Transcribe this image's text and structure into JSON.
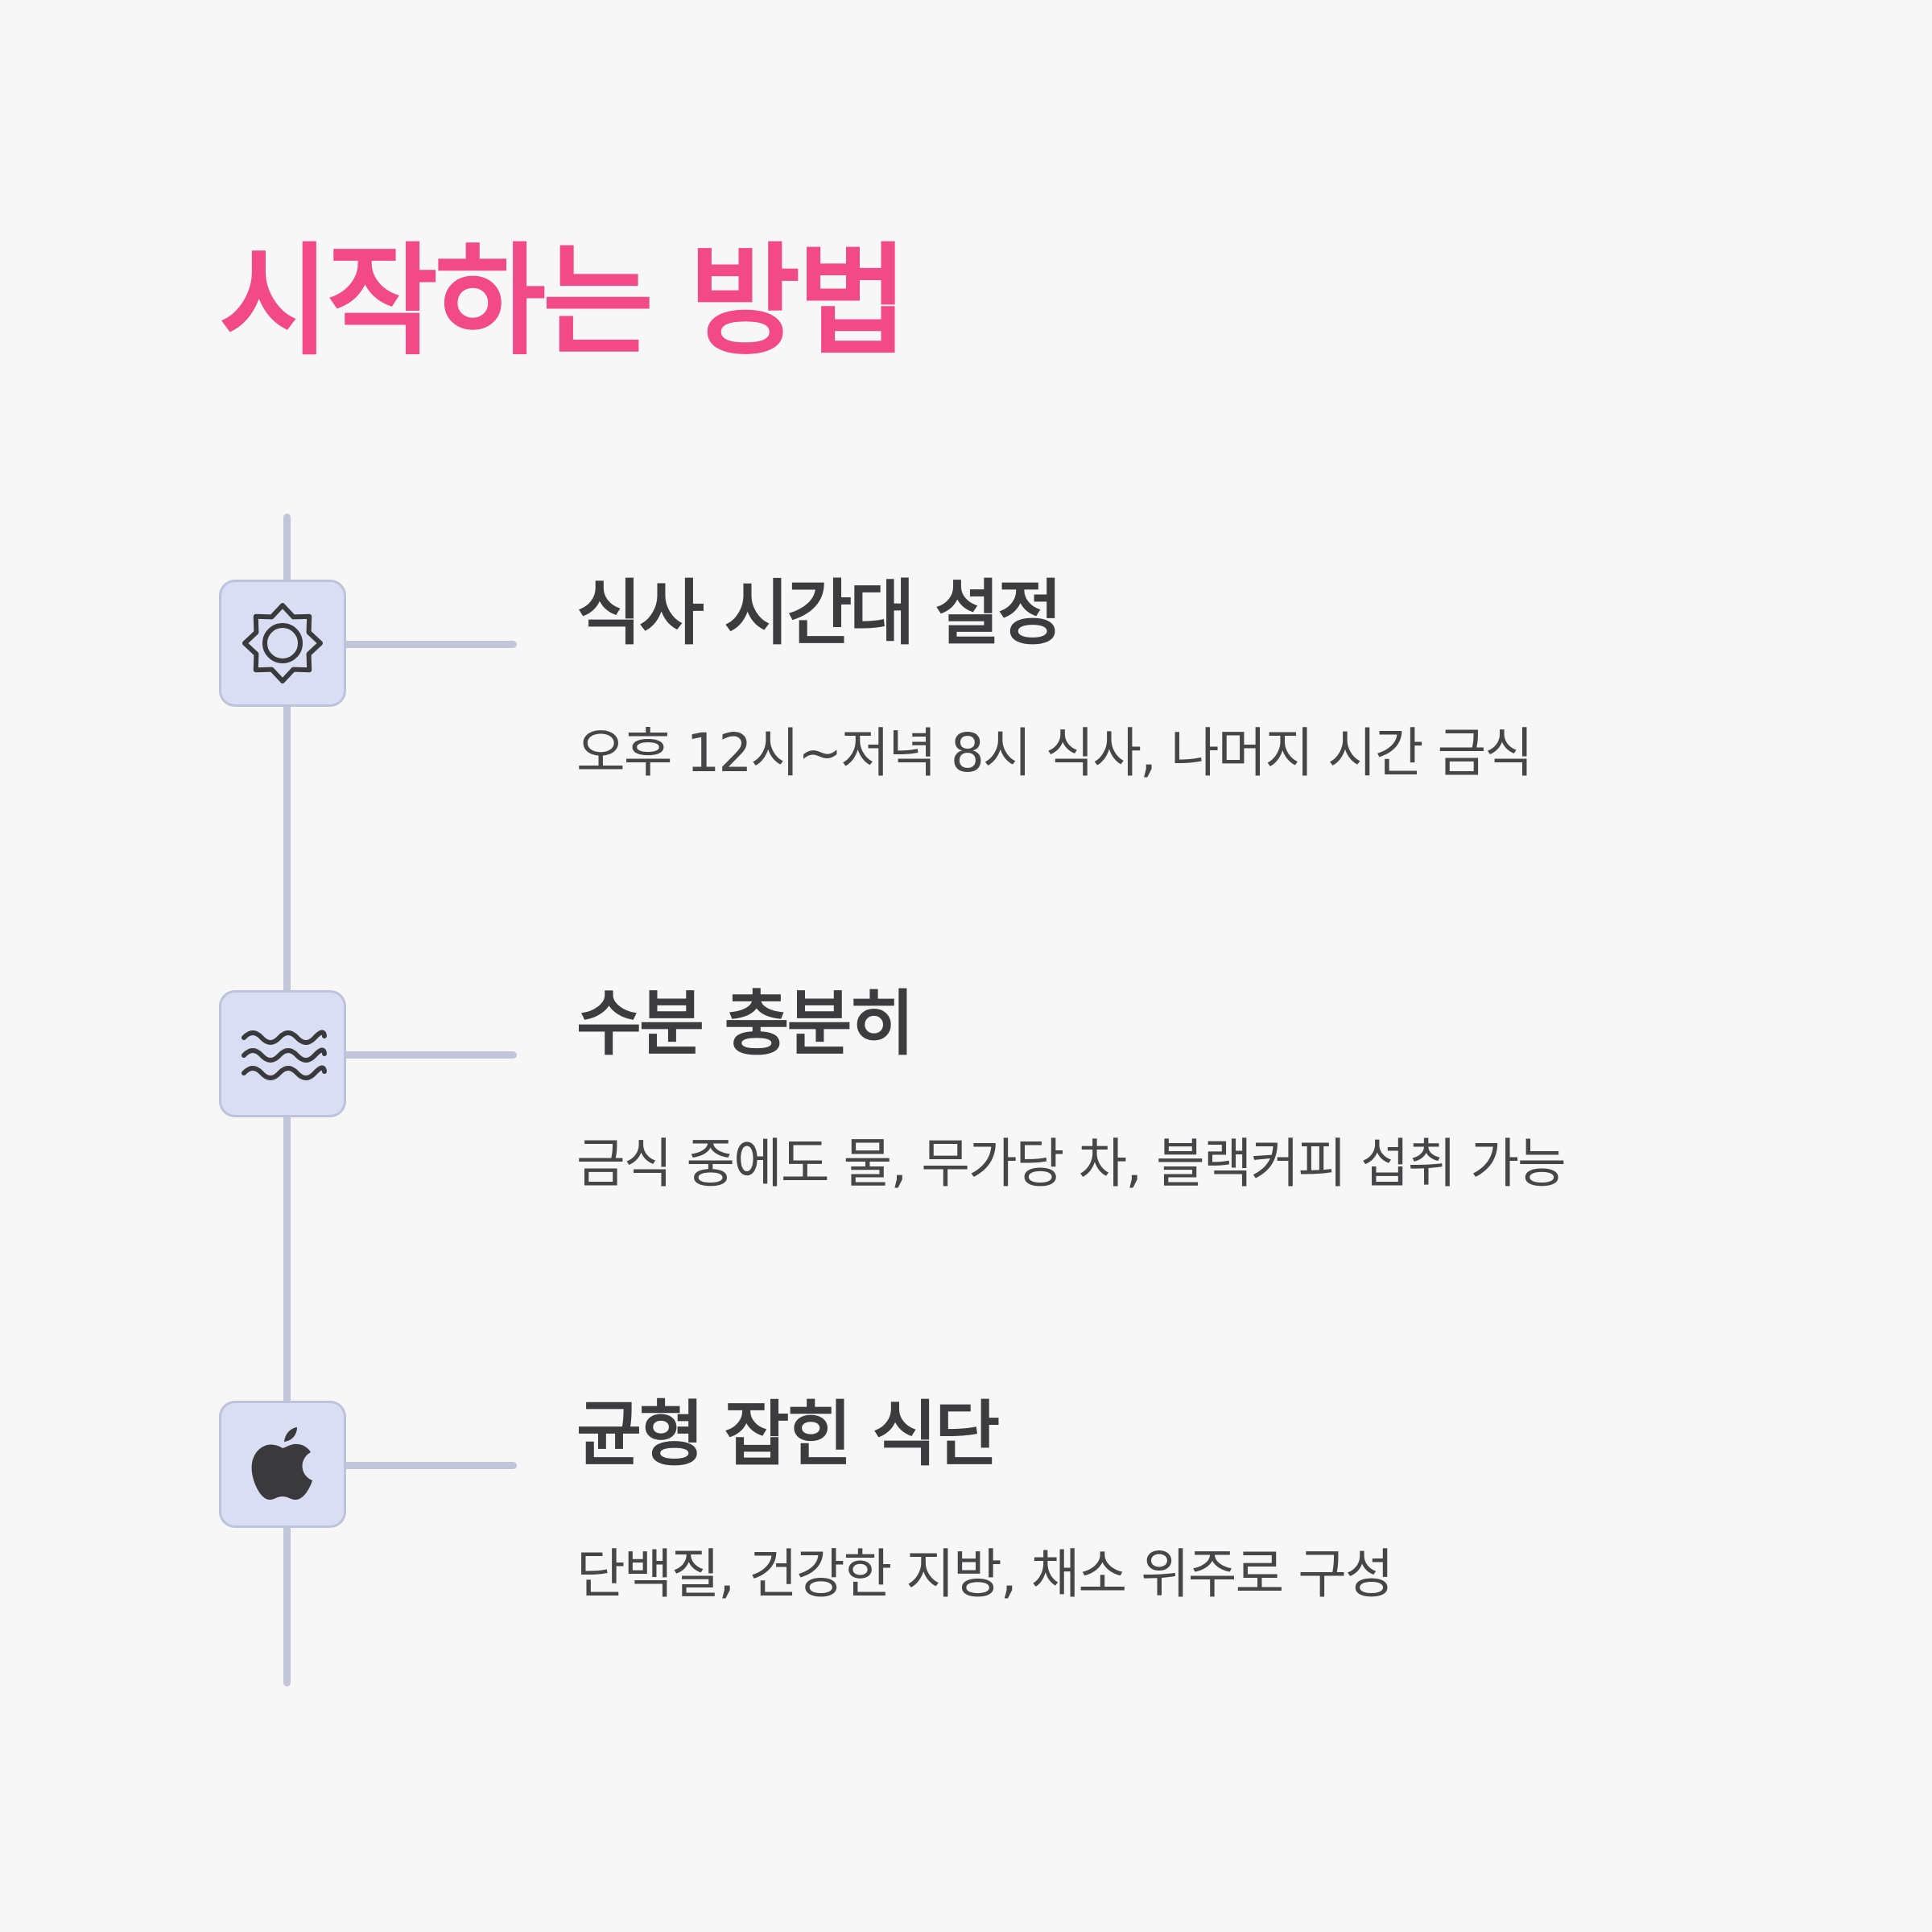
{
  "title": "시작하는 방법",
  "accent_color": "#f24a86",
  "steps": [
    {
      "icon": "sun-icon",
      "title": "식사 시간대 설정",
      "description": "오후 12시~저녁 8시 식사, 나머지 시간 금식"
    },
    {
      "icon": "water-waves-icon",
      "title": "수분 충분히",
      "description": "금식 중에도 물, 무가당 차, 블랙커피 섭취 가능"
    },
    {
      "icon": "apple-icon",
      "title": "균형 잡힌 식단",
      "description": "단백질, 건강한 지방, 채소 위주로 구성"
    }
  ]
}
